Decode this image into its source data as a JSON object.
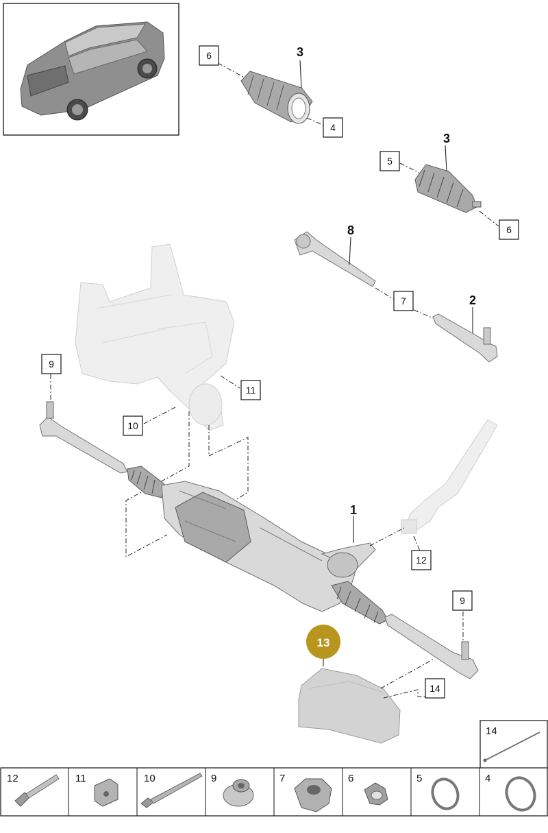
{
  "callouts": {
    "c6a": "6",
    "c4": "4",
    "c5": "5",
    "c6b": "6",
    "c7": "7",
    "c9a": "9",
    "c11": "11",
    "c10": "10",
    "c12": "12",
    "c9b": "9",
    "c14": "14"
  },
  "part_numbers": {
    "p3a": "3",
    "p3b": "3",
    "p8": "8",
    "p2": "2",
    "p1": "1"
  },
  "highlight": {
    "label": "13",
    "color": "#b8961e"
  },
  "legend_inset": {
    "label": "14"
  },
  "legend": [
    {
      "label": "12",
      "icon": "bolt-icon"
    },
    {
      "label": "11",
      "icon": "square-nut-icon"
    },
    {
      "label": "10",
      "icon": "long-bolt-icon"
    },
    {
      "label": "9",
      "icon": "nut-washer-icon"
    },
    {
      "label": "7",
      "icon": "hex-nut-icon"
    },
    {
      "label": "6",
      "icon": "hose-clamp-icon"
    },
    {
      "label": "5",
      "icon": "clamp-ring-icon"
    },
    {
      "label": "4",
      "icon": "clamp-ring-icon"
    }
  ]
}
